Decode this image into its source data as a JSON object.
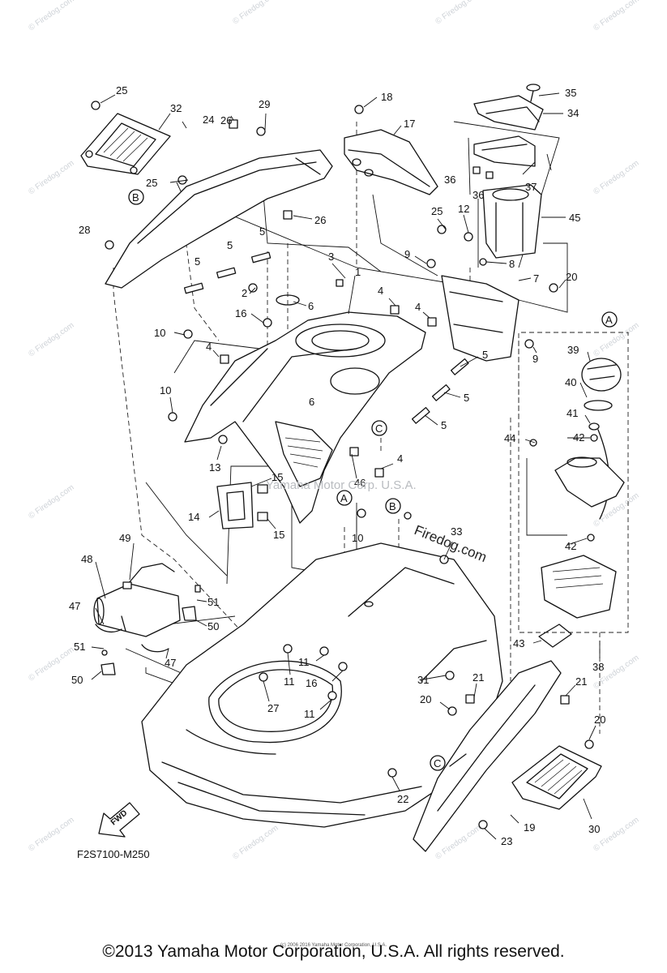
{
  "diagram": {
    "code": "F2S7100-M250",
    "fwd_label": "FWD",
    "center_watermark": "Yamaha Motor Corp. U.S.A.",
    "firedog_watermark": "© Firedog.com",
    "firedog_big": "Firedog.com",
    "copyright": "©2013 Yamaha Motor Corporation, U.S.A. All rights reserved.",
    "tiny_notice": "(c) 2006 2016 Yamaha Motor Corporation, U.S.A.",
    "refs": {
      "a": "A",
      "b": "B",
      "c": "C"
    },
    "part_numbers": {
      "p1": "1",
      "p2": "2",
      "p3": "3",
      "p4": "4",
      "p5": "5",
      "p6": "6",
      "p7": "7",
      "p8": "8",
      "p9": "9",
      "p10": "10",
      "p11": "11",
      "p12": "12",
      "p13": "13",
      "p14": "14",
      "p15": "15",
      "p16": "16",
      "p17": "17",
      "p18": "18",
      "p19": "19",
      "p20": "20",
      "p21": "21",
      "p22": "22",
      "p23": "23",
      "p24": "24",
      "p25": "25",
      "p26": "26",
      "p27": "27",
      "p28": "28",
      "p29": "29",
      "p30": "30",
      "p31": "31",
      "p32": "32",
      "p33": "33",
      "p34": "34",
      "p35": "35",
      "p36": "36",
      "p37": "37",
      "p38": "38",
      "p39": "39",
      "p40": "40",
      "p41": "41",
      "p42": "42",
      "p43": "43",
      "p44": "44",
      "p45": "45",
      "p46": "46",
      "p47": "47",
      "p48": "48",
      "p49": "49",
      "p50": "50",
      "p51": "51"
    }
  }
}
